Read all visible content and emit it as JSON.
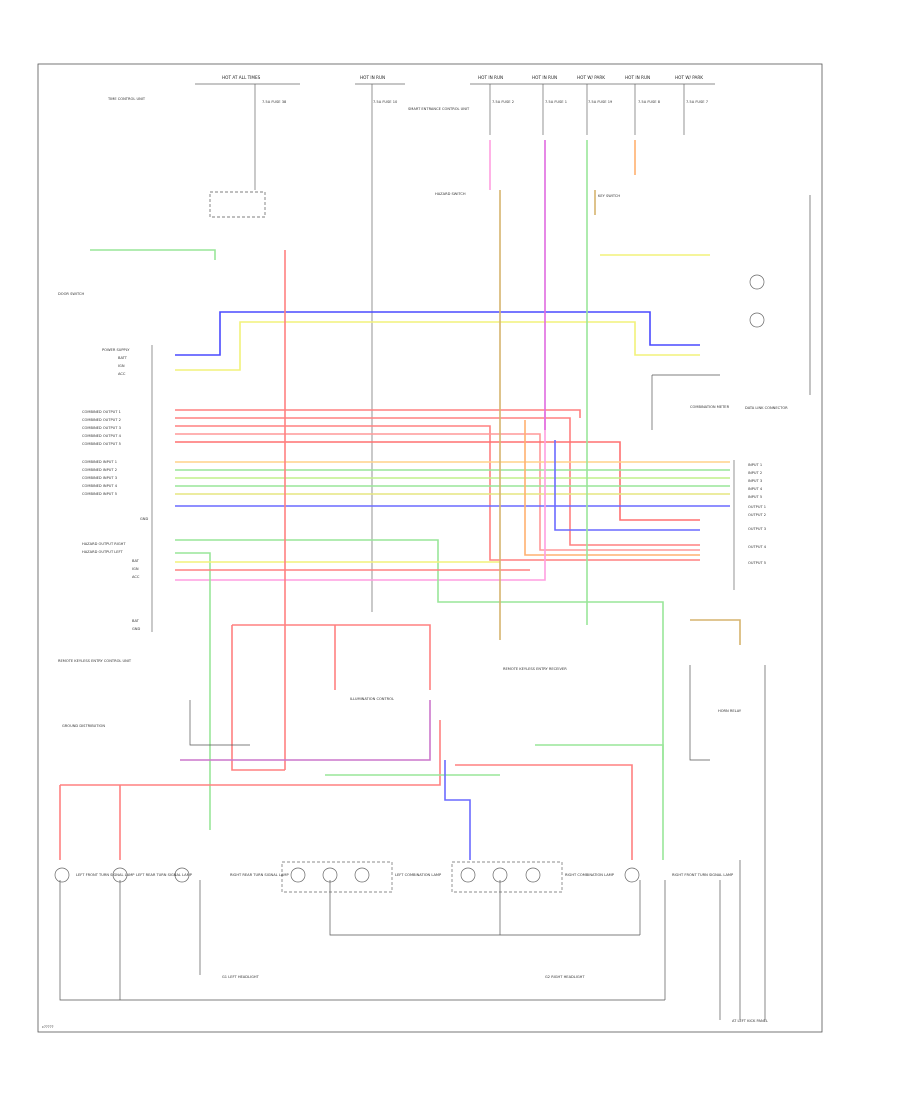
{
  "diagram": {
    "top_labels": [
      "HOT AT ALL TIMES",
      "HOT IN RUN",
      "HOT IN RUN",
      "HOT IN RUN",
      "HOT W/ PARK",
      "HOT IN RUN",
      "HOT W/ PARK"
    ],
    "fuse_labels": [
      "7.5A FUSE 38",
      "7.5A FUSE 10",
      "7.5A FUSE 2",
      "7.5A FUSE 1",
      "7.5A FUSE 19",
      "7.5A FUSE 8",
      "7.5A FUSE 7"
    ],
    "left_module": {
      "title": "REMOTE KEYLESS ENTRY CONTROL UNIT",
      "pins": [
        "POWER SUPPLY",
        "BATT",
        "IGN",
        "ACC",
        "COMBINED OUTPUT 1",
        "COMBINED OUTPUT 2",
        "COMBINED OUTPUT 3",
        "COMBINED OUTPUT 4",
        "COMBINED OUTPUT 5",
        "COMBINED INPUT 1",
        "COMBINED INPUT 2",
        "COMBINED INPUT 3",
        "COMBINED INPUT 4",
        "COMBINED INPUT 5",
        "GND",
        "HAZARD OUTPUT RIGHT",
        "HAZARD OUTPUT LEFT",
        "BAT",
        "IGN",
        "ACC",
        "BAT",
        "GND"
      ]
    },
    "right_connector": {
      "title": "COMBINATION METER",
      "pins": [
        "INPUT 1",
        "INPUT 2",
        "INPUT 3",
        "INPUT 4",
        "INPUT 5",
        "OUTPUT 1",
        "OUTPUT 2",
        "OUTPUT 3",
        "OUTPUT 4",
        "OUTPUT 5"
      ]
    },
    "component_labels": [
      "DOOR SWITCH",
      "TIME CONTROL UNIT",
      "SMART ENTRANCE CONTROL UNIT",
      "HAZARD SWITCH",
      "KEY SWITCH",
      "ILLUMINATION CONTROL",
      "DATA LINK CONNECTOR",
      "LEFT FRONT TURN SIGNAL LAMP",
      "LEFT REAR TURN SIGNAL LAMP",
      "RIGHT FRONT TURN SIGNAL LAMP",
      "RIGHT REAR TURN SIGNAL LAMP",
      "HORN RELAY",
      "LEFT COMBINATION LAMP",
      "RIGHT COMBINATION LAMP",
      "REMOTE KEYLESS ENTRY RECEIVER",
      "GROUND DISTRIBUTION",
      "G1 LEFT HEADLIGHT",
      "G2 RIGHT HEADLIGHT",
      "AT LEFT KICK PANEL"
    ],
    "footer": "c?????"
  }
}
